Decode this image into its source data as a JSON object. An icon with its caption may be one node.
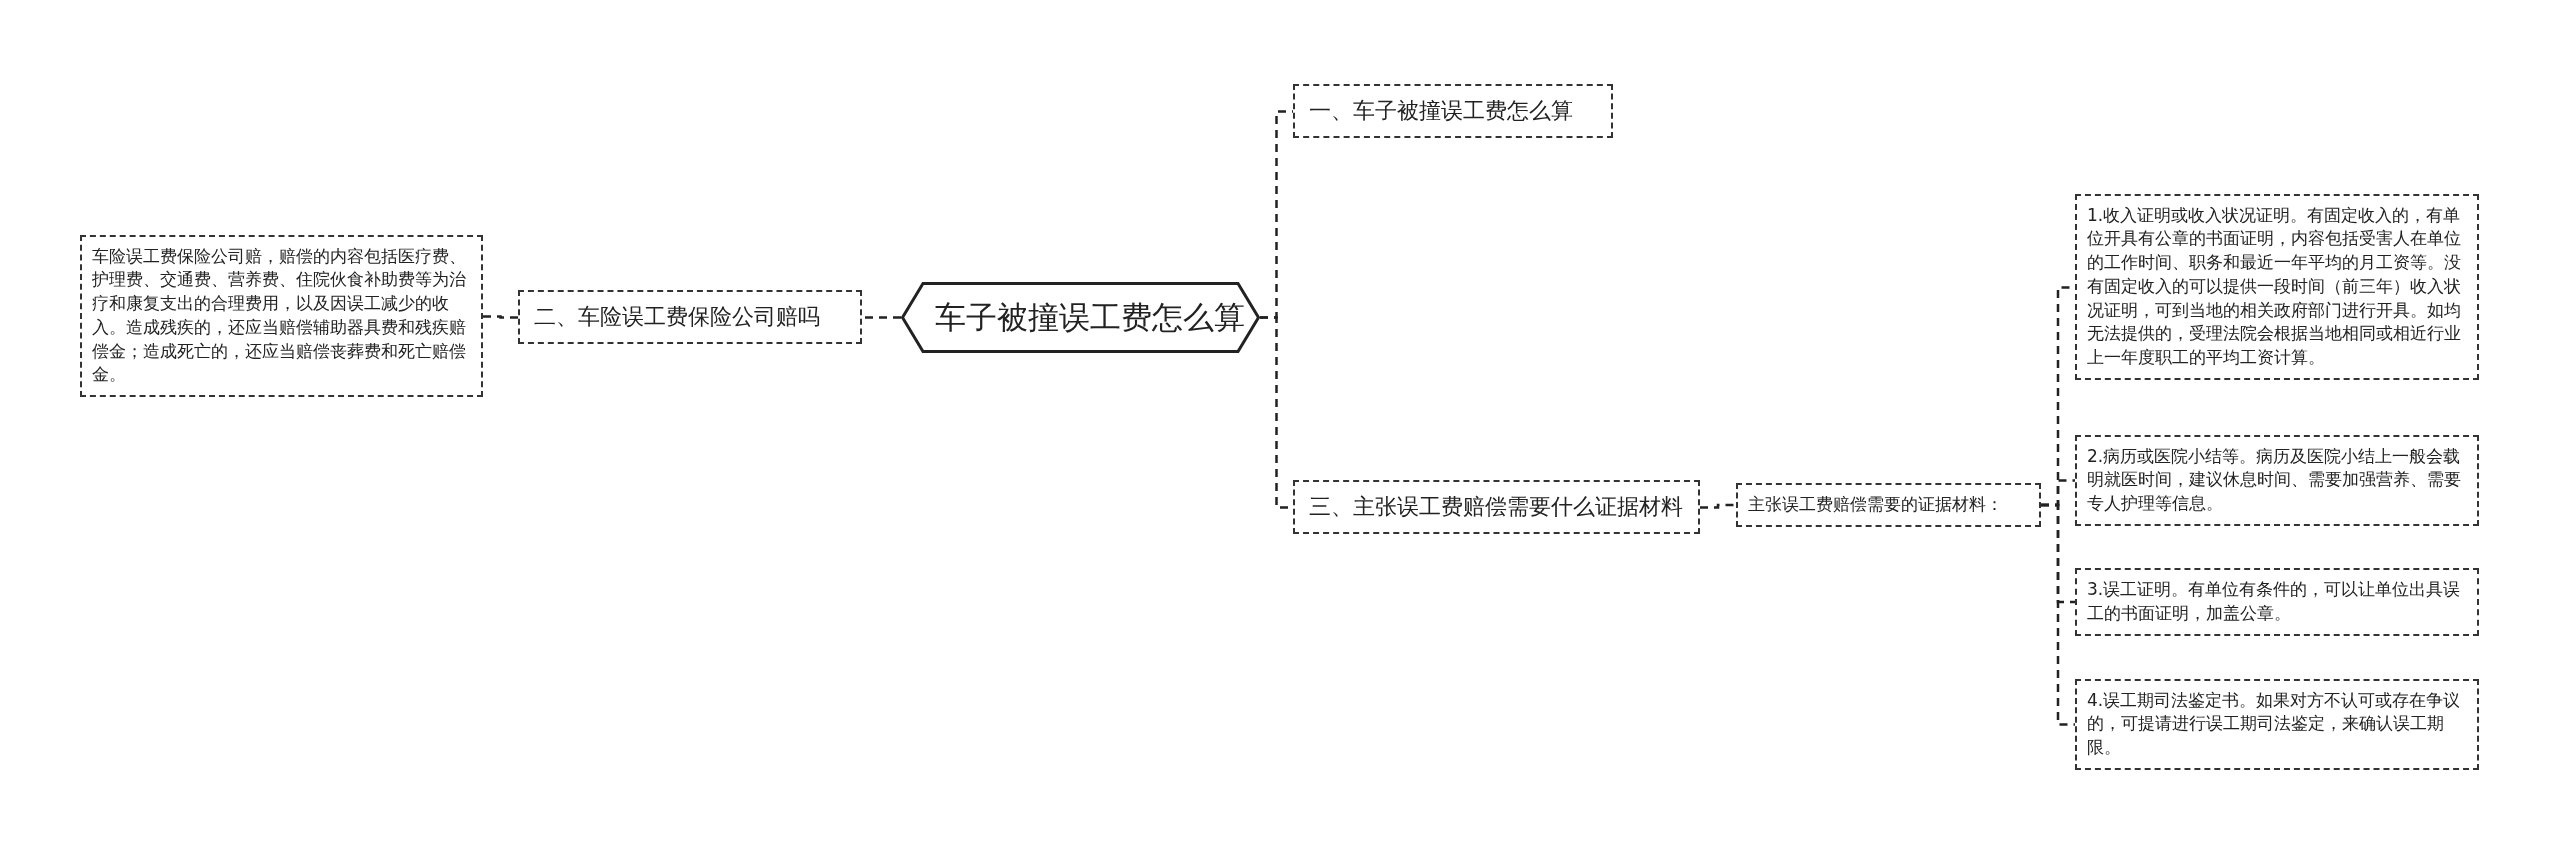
{
  "diagram": {
    "nodes": [
      {
        "text": [
          "车子被撞误工费怎么算"
        ]
      },
      {
        "text": [
          "一、车子被撞误工费怎么算"
        ]
      },
      {
        "text": [
          "二、车险误工费保险公司赔吗"
        ]
      },
      {
        "text": [
          "车险误工费保险公司赔，赔偿的内容包括医疗费、护理费、交通费、营养费、住院伙食补助费等为治疗和康复支出的合理费用，以及因误工减少的收入。造成残疾的，还应当赔偿辅助器具费和残疾赔偿金；造成死亡的，还应当赔偿丧葬费和死亡赔偿金。"
        ]
      },
      {
        "text": [
          "三、主张误工费赔偿需要什么证据材料"
        ]
      },
      {
        "text": [
          "主张误工费赔偿需要的证据材料："
        ]
      },
      {
        "text": [
          "1.收入证明或收入状况证明。有固定收入的，有单位开具有公章的书面证明，内容包括受害人在单位的工作时间、职务和最近一年平均的月工资等。没有固定收入的可以提供一段时间（前三年）收入状况证明，可到当地的相关政府部门进行开具。如均无法提供的，受理法院会根据当地相同或相近行业上一年度职工的平均工资计算。"
        ]
      },
      {
        "text": [
          "2.病历或医院小结等。病历及医院小结上一般会载明就医时间，建议休息时间、需要加强营养、需要专人护理等信息。"
        ]
      },
      {
        "text": [
          "3.误工证明。有单位有条件的，可以让单位出具误工的书面证明，加盖公章。"
        ]
      },
      {
        "text": [
          "4.误工期司法鉴定书。如果对方不认可或存在争议的，可提请进行误工期司法鉴定，来确认误工期限。"
        ]
      }
    ],
    "edges": [
      {
        "from": 0,
        "to": 1,
        "arrow": "none"
      },
      {
        "from": 0,
        "to": 2,
        "arrow": "none"
      },
      {
        "from": 2,
        "to": 3,
        "arrow": "none"
      },
      {
        "from": 0,
        "to": 4,
        "arrow": "none"
      },
      {
        "from": 4,
        "to": 5,
        "arrow": "none"
      },
      {
        "from": 5,
        "to": 6,
        "arrow": "none"
      },
      {
        "from": 5,
        "to": 7,
        "arrow": "none"
      },
      {
        "from": 5,
        "to": 8,
        "arrow": "none"
      },
      {
        "from": 5,
        "to": 9,
        "arrow": "none"
      }
    ]
  }
}
